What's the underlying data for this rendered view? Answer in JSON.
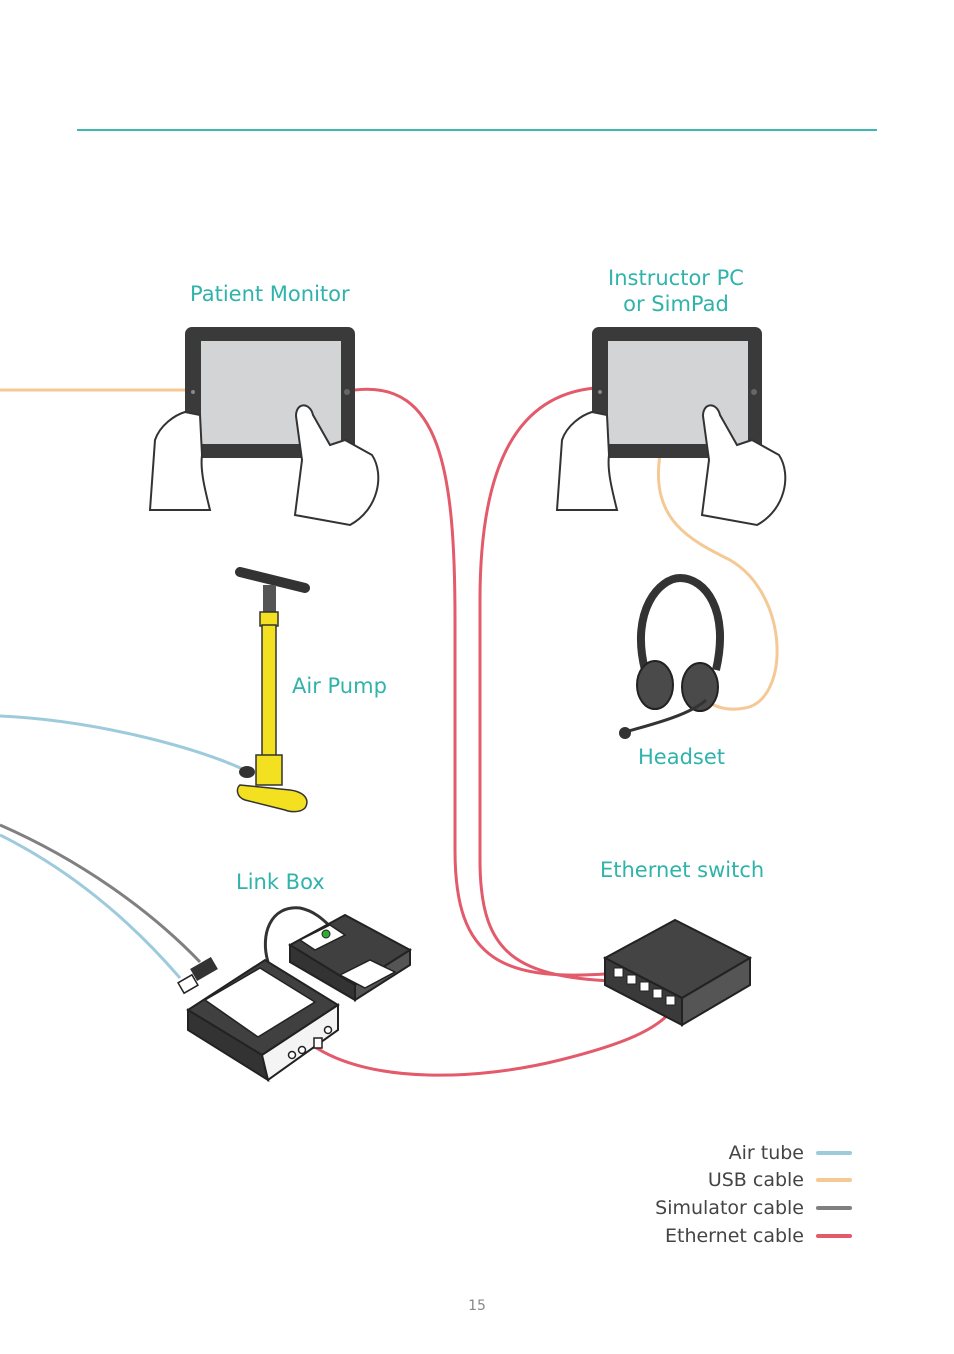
{
  "labels": {
    "patient_monitor": "Patient Monitor",
    "instructor_pc_line1": "Instructor PC",
    "instructor_pc_line2": "or SimPad",
    "air_pump": "Air Pump",
    "headset": "Headset",
    "link_box": "Link Box",
    "ethernet_switch": "Ethernet switch"
  },
  "legend": [
    {
      "label": "Air tube",
      "color": "#9ecbdc"
    },
    {
      "label": "USB cable",
      "color": "#f5c995"
    },
    {
      "label": "Simulator cable",
      "color": "#808080"
    },
    {
      "label": "Ethernet cable",
      "color": "#e35a6b"
    }
  ],
  "page_number": "15",
  "colors": {
    "accent": "#3fb8b0",
    "tablet_frame": "#3a3a3a",
    "tablet_screen": "#d3d4d6",
    "pump": "#f3e021",
    "device_dark": "#404040"
  }
}
